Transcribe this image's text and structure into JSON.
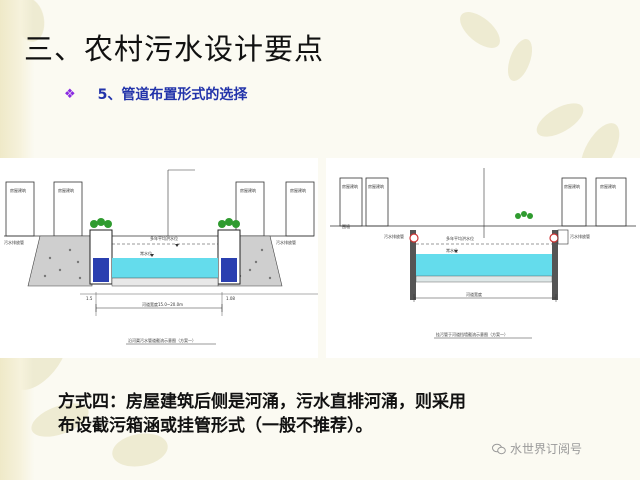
{
  "slide": {
    "title": "三、农村污水设计要点",
    "bullet_text": "5、管道布置形式的选择",
    "method_text_line1": "方式四：房屋建筑后侧是河涌，污水直排河涌，则采用",
    "method_text_line2": "布设截污箱涵或挂管形式（一般不推荐）。"
  },
  "watermark": {
    "text": "水世界订阅号"
  },
  "icons": {
    "bullet": "diamond-bullet-icon",
    "watermark": "wechat-icon"
  },
  "colors": {
    "water": "#64dcec",
    "pipe": "#2a3fb0",
    "vegetation": "#2f9b2f",
    "subtitle": "#2233aa"
  }
}
